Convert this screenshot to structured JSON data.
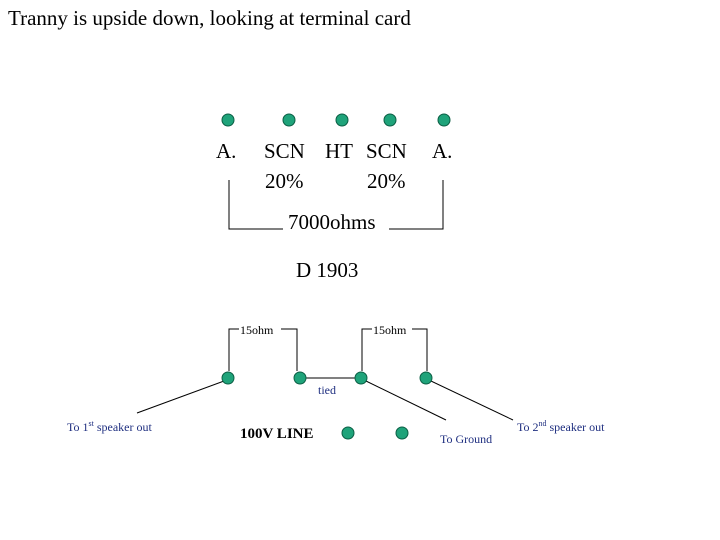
{
  "title": "Tranny is upside down, looking at terminal card",
  "primary": {
    "terminal_labels": [
      "A.",
      "SCN",
      "HT",
      "SCN",
      "A."
    ],
    "tap_labels": [
      "20%",
      "20%"
    ],
    "impedance": "7000ohms",
    "model": "D 1903"
  },
  "secondary": {
    "impedance_left": "15ohm",
    "impedance_right": "15ohm",
    "tied_label": "tied",
    "speaker1": {
      "prefix": "To 1",
      "sup": "st",
      "suffix": " speaker out"
    },
    "ground": "To Ground",
    "speaker2": {
      "prefix": "To 2",
      "sup": "nd",
      "suffix": " speaker out"
    },
    "line_label": "100V LINE"
  },
  "colors": {
    "terminal_fill": "#1fa37a",
    "terminal_stroke": "#0b5e44",
    "line": "#000000",
    "note_text": "#1f2f80"
  }
}
